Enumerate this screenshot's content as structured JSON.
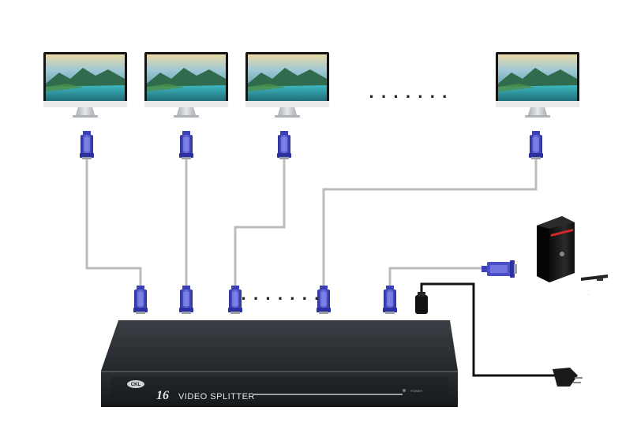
{
  "splitter": {
    "brand": "CKL",
    "model_number": "16",
    "label": "VIDEO SPLITTER",
    "power_label": "POWER"
  },
  "dots_top": "· · · · · · ·",
  "dots_bottom": "· · · · · · ·",
  "colors": {
    "vga_blue": "#3b3fb8",
    "vga_blue_light": "#6a70e0",
    "cable": "#bcbcbc",
    "chassis": "#1e2226",
    "chassis_top": "#2c3136",
    "monitor_bezel": "#141414",
    "monitor_stand": "#c9ccd0",
    "tower": "#151515",
    "tower_accent": "#d22a2a"
  },
  "icons": [
    "monitor-icon",
    "vga-connector-icon",
    "pc-tower-icon",
    "power-plug-icon",
    "keyboard-icon"
  ]
}
